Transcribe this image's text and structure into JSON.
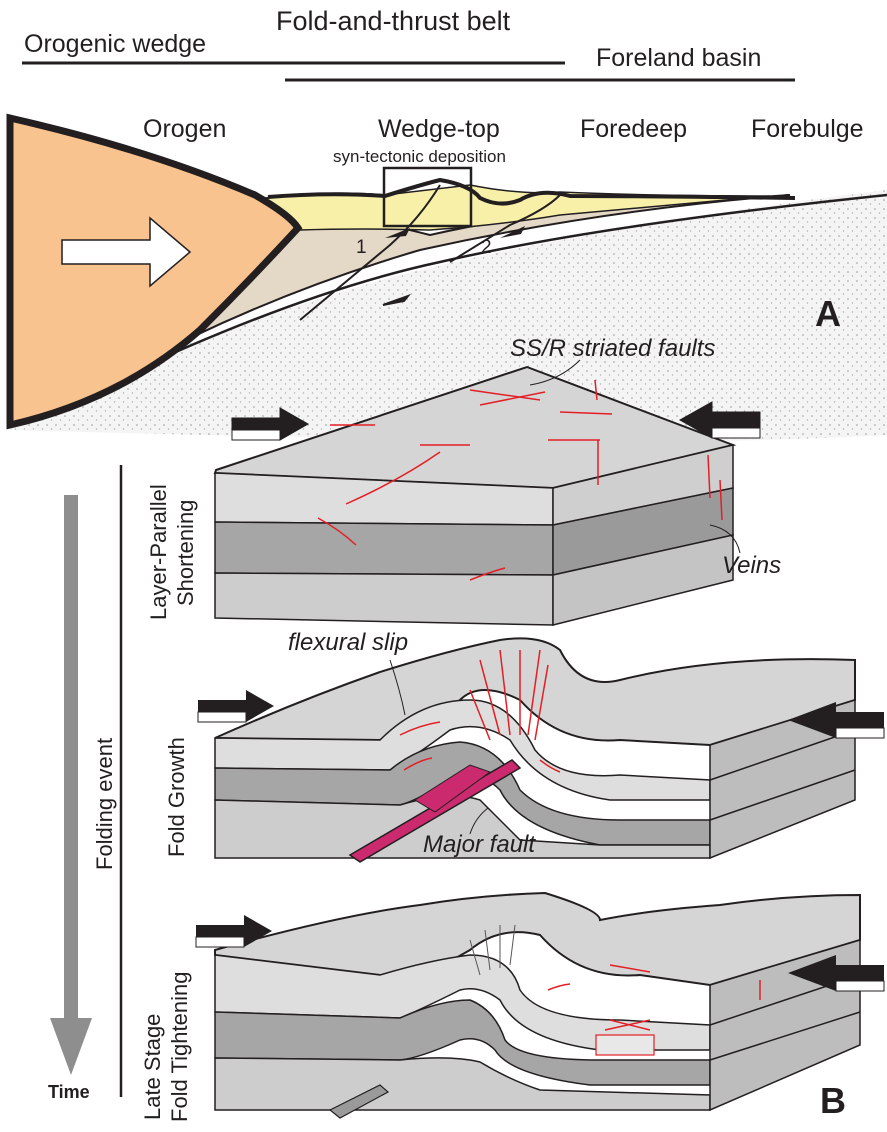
{
  "top_labels": {
    "fold_thrust_belt": "Fold-and-thrust belt",
    "orogenic_wedge": "Orogenic wedge",
    "foreland_basin": "Foreland basin"
  },
  "section_labels": {
    "orogen": "Orogen",
    "wedge_top": "Wedge-top",
    "foredeep": "Foredeep",
    "forebulge": "Forebulge",
    "syn_tectonic": "syn-tectonic deposition",
    "fault_1": "1",
    "fault_2": "2",
    "panel_a": "A"
  },
  "block_labels": {
    "ss_r_faults": "SS/R striated faults",
    "veins": "Veins",
    "flexural_slip": "flexural slip",
    "major_fault": "Major fault",
    "panel_b": "B"
  },
  "stages": {
    "stage1_line1": "Layer-Parallel",
    "stage1_line2": "Shortening",
    "stage2": "Fold Growth",
    "stage3_line1": "Late Stage",
    "stage3_line2": "Fold Tightening",
    "folding_event": "Folding event",
    "time": "Time"
  },
  "colors": {
    "orogen": "#f9c38f",
    "wedge_fill": "#e4d8c6",
    "wedge_top_fill": "#f8f0a8",
    "basement": "#f2f2f2",
    "layer_light": "#d5d5d5",
    "layer_mid": "#bdbdbd",
    "layer_dark": "#9a9a9a",
    "fault_red": "#e31f26",
    "major_fault_fill": "#cc2a6e",
    "time_arrow": "#8e8e8e"
  }
}
